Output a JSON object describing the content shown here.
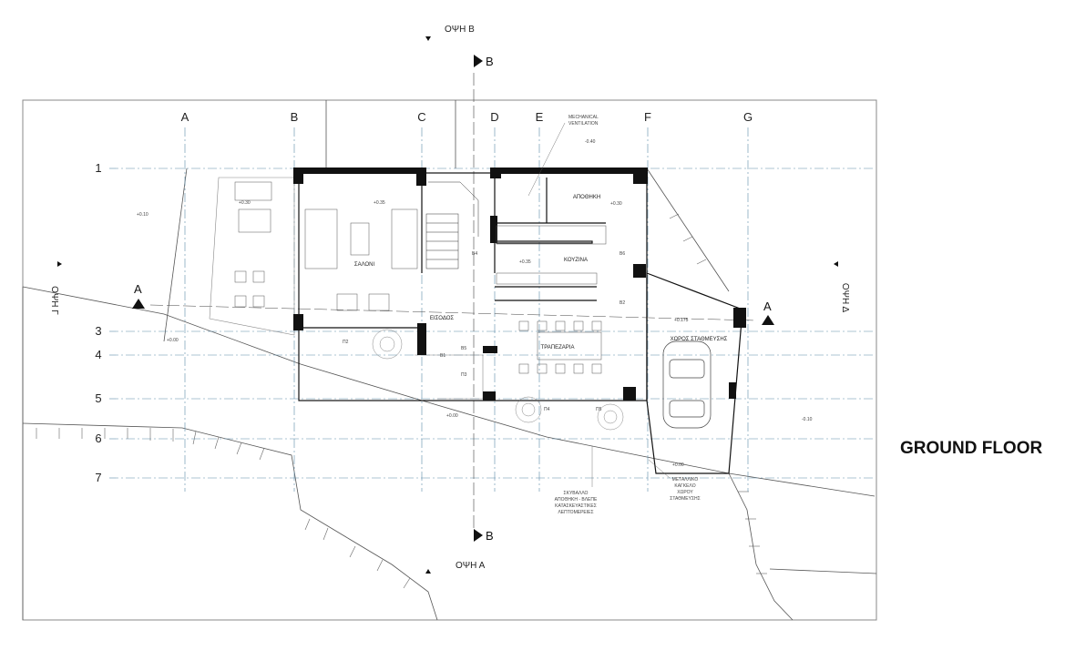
{
  "sheet_title": "GROUND FLOOR",
  "views": {
    "top": "ΟΨΗ Β",
    "bottom": "ΟΨΗ Α",
    "left": "ΟΨΗ Γ",
    "right": "ΟΨΗ Δ"
  },
  "sections": {
    "a_left": "A",
    "a_right": "A",
    "b_top": "B",
    "b_bottom": "B"
  },
  "grid_cols": [
    "A",
    "B",
    "C",
    "D",
    "E",
    "F",
    "G"
  ],
  "grid_rows": [
    "1",
    "3",
    "4",
    "5",
    "6",
    "7"
  ],
  "rooms": {
    "saloni": "ΣΑΛΟΝΙ",
    "kouzina": "ΚΟΥΖΙΝΑ",
    "apothiki": "ΑΠΟΘΗΚΗ",
    "trapezaria": "ΤΡΑΠΕΖΑΡΙΑ",
    "eisodos": "ΕΙΣΟΔΟΣ",
    "parking": "ΧΩΡΟΣ ΣΤΑΘΜΕΥΣΗΣ"
  },
  "levels": {
    "l1": "+0.10",
    "l2": "+0.30",
    "l3": "+0.35",
    "l4": "-0.40",
    "l5": "+0.30",
    "l6": "+0.35",
    "l7": "+0.175",
    "l8": "+0.00",
    "l9": "+0.00",
    "l10": "+0.00",
    "l11": "-0.10"
  },
  "notes": {
    "mech_1": "MECHANICAL",
    "mech_2": "VENTILATION",
    "skyvalo_1": "ΣΚΥΒΑΛΛΟ",
    "skyvalo_2": "ΑΠΟΘΗΚΗ - ΒΛΕΠΕ",
    "skyvalo_3": "ΚΑΤΑΣΚΕΥΑΣΤΙΚΕΣ",
    "skyvalo_4": "ΛΕΠΤΟΜΕΡΕΙΕΣ",
    "kagkelo_1": "ΜΕΤΑΛΛΙΚΟ",
    "kagkelo_2": "ΚΑΓΚΕΛΟ",
    "kagkelo_3": "ΧΩΡΟΥ",
    "kagkelo_4": "ΣΤΑΘΜΕΥΣΗΣ"
  },
  "openings": {
    "p2": "Π2",
    "p3": "Π3",
    "b1": "Β1",
    "b2": "Β2",
    "b4": "Β4",
    "b5": "Β5",
    "b6": "Β6",
    "p4": "Π4",
    "p5": "Π5"
  }
}
